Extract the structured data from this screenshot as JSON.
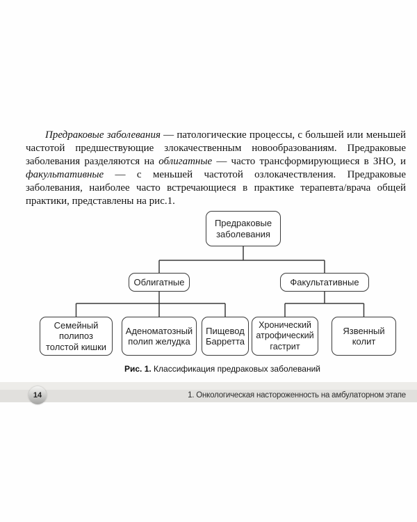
{
  "paragraph": {
    "runs": [
      {
        "text": "Предраковые заболевания"
      },
      {
        "text": " — патологические процессы, с большей или меньшей частотой предшествующие злокачественным новообразованиям. Предраковые заболевания разделяются на "
      },
      {
        "text": "облигатные"
      },
      {
        "text": " — часто трансформирующиеся в ЗНО, и "
      },
      {
        "text": "факультативные"
      },
      {
        "text": " — с меньшей частотой озлокачествления. Предраковые заболевания, наиболее часто встречающиеся в практике терапевта/врача общей практики, представлены на рис.1."
      }
    ]
  },
  "figure": {
    "root": "Предраковые заболевания",
    "branches": [
      {
        "label": "Облигатные",
        "children": [
          "Семейный полипоз толстой кишки",
          "Аденоматозный полип желудка",
          "Пищевод Барретта"
        ]
      },
      {
        "label": "Факультативные",
        "children": [
          "Хронический атрофический гастрит",
          "Язвенный колит"
        ]
      }
    ],
    "caption_label": "Рис. 1.",
    "caption_text": " Классификация предраковых заболеваний"
  },
  "footer": {
    "page_number": "14",
    "chapter_title": "1. Онкологическая настороженность на амбулаторном этапе"
  },
  "colors": {
    "connector_line": "#3a3a3a",
    "box_border": "#3a3a3a",
    "footer_band_light": "#edece9",
    "footer_band_dark": "#e1e0dd"
  }
}
